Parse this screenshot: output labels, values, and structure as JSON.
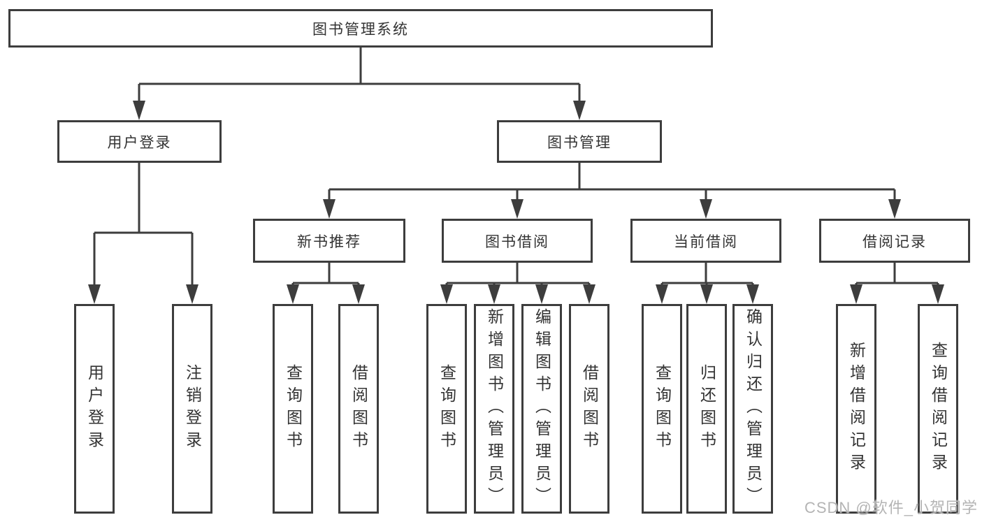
{
  "diagram_title": "图书管理系统",
  "tree": {
    "label": "图书管理系统",
    "children": [
      {
        "label": "用户登录",
        "children": [
          {
            "label": "用户登录"
          },
          {
            "label": "注销登录"
          }
        ]
      },
      {
        "label": "图书管理",
        "children": [
          {
            "label": "新书推荐",
            "children": [
              {
                "label": "查询图书"
              },
              {
                "label": "借阅图书"
              }
            ]
          },
          {
            "label": "图书借阅",
            "children": [
              {
                "label": "查询图书"
              },
              {
                "label": "新增图书（管理员）"
              },
              {
                "label": "编辑图书（管理员）"
              },
              {
                "label": "借阅图书"
              }
            ]
          },
          {
            "label": "当前借阅",
            "children": [
              {
                "label": "查询图书"
              },
              {
                "label": "归还图书"
              },
              {
                "label": "确认归还（管理员）"
              }
            ]
          },
          {
            "label": "借阅记录",
            "children": [
              {
                "label": "新增借阅记录"
              },
              {
                "label": "查询借阅记录"
              }
            ]
          }
        ]
      }
    ]
  },
  "watermark": {
    "text": "CSDN @软件_小贺同学"
  },
  "colors": {
    "line": "#3d3d3d",
    "box_border": "#3d3d3d",
    "text": "#333333",
    "watermark": "#b4b4b4",
    "background": "#ffffff"
  }
}
